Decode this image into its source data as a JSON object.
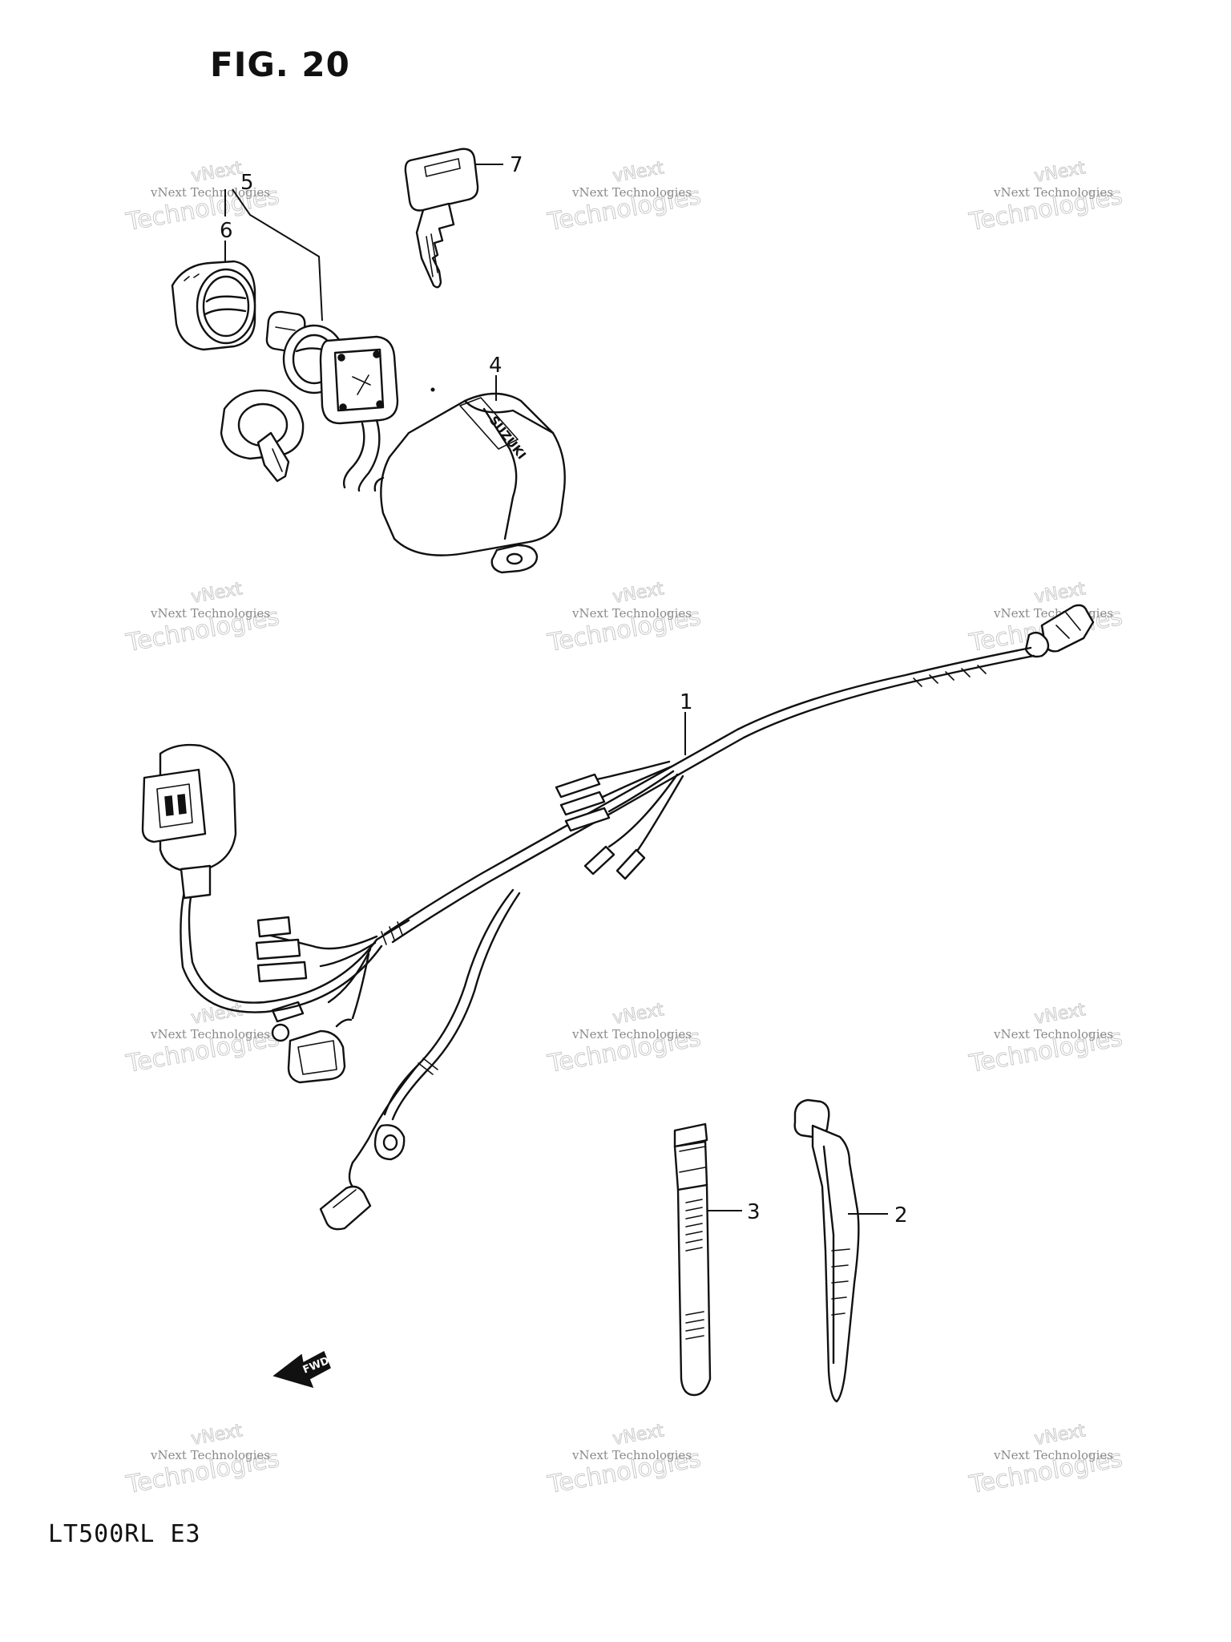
{
  "figure": {
    "title": "FIG. 20",
    "model_code": "LT500RL  E3"
  },
  "callouts": {
    "c1": "1",
    "c2": "2",
    "c3": "3",
    "c4": "4",
    "c5": "5",
    "c6": "6",
    "c7": "7"
  },
  "direction_arrow": {
    "label": "FWD"
  },
  "cover_brand": "SUZUKI",
  "watermark": {
    "line1": "vNext Technologies",
    "big": "Technologies",
    "small": "vNext"
  }
}
